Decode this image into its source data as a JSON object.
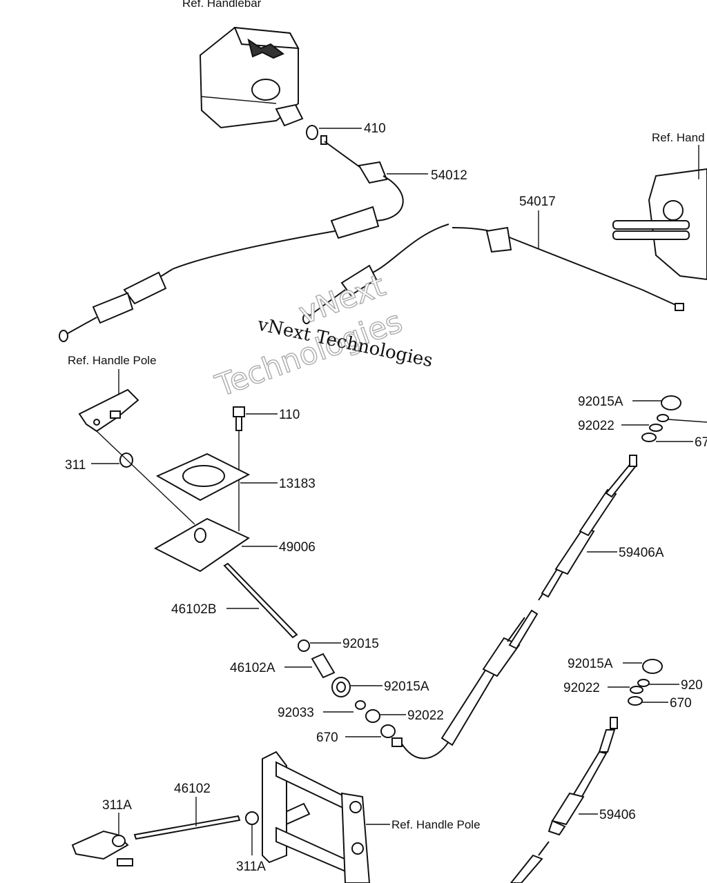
{
  "ref_labels": {
    "handlebar": "Ref. Handlebar",
    "handle_right": "Ref. Hand",
    "handle_pole_upper": "Ref. Handle Pole",
    "handle_pole_lower": "Ref. Handle Pole"
  },
  "parts": [
    {
      "id": "410",
      "label": "410"
    },
    {
      "id": "54012",
      "label": "54012"
    },
    {
      "id": "54017",
      "label": "54017"
    },
    {
      "id": "110",
      "label": "110"
    },
    {
      "id": "311",
      "label": "311"
    },
    {
      "id": "13183",
      "label": "13183"
    },
    {
      "id": "49006",
      "label": "49006"
    },
    {
      "id": "46102B",
      "label": "46102B"
    },
    {
      "id": "92015",
      "label": "92015"
    },
    {
      "id": "46102A",
      "label": "46102A"
    },
    {
      "id": "92015A_mid",
      "label": "92015A"
    },
    {
      "id": "92033",
      "label": "92033"
    },
    {
      "id": "92022_mid",
      "label": "92022"
    },
    {
      "id": "670_mid",
      "label": "670"
    },
    {
      "id": "92015A_top",
      "label": "92015A"
    },
    {
      "id": "92022_top",
      "label": "92022"
    },
    {
      "id": "670_top_cut",
      "label": "67"
    },
    {
      "id": "59406A",
      "label": "59406A"
    },
    {
      "id": "92015A_low",
      "label": "92015A"
    },
    {
      "id": "92022_low",
      "label": "92022"
    },
    {
      "id": "920_low_cut",
      "label": "920"
    },
    {
      "id": "670_low",
      "label": "670"
    },
    {
      "id": "59406",
      "label": "59406"
    },
    {
      "id": "46102",
      "label": "46102"
    },
    {
      "id": "311A_left",
      "label": "311A"
    },
    {
      "id": "311A_lower",
      "label": "311A"
    }
  ],
  "watermark": {
    "line1": "vNext Technologies",
    "line2a": "vNext",
    "line2b": "Technologies"
  }
}
